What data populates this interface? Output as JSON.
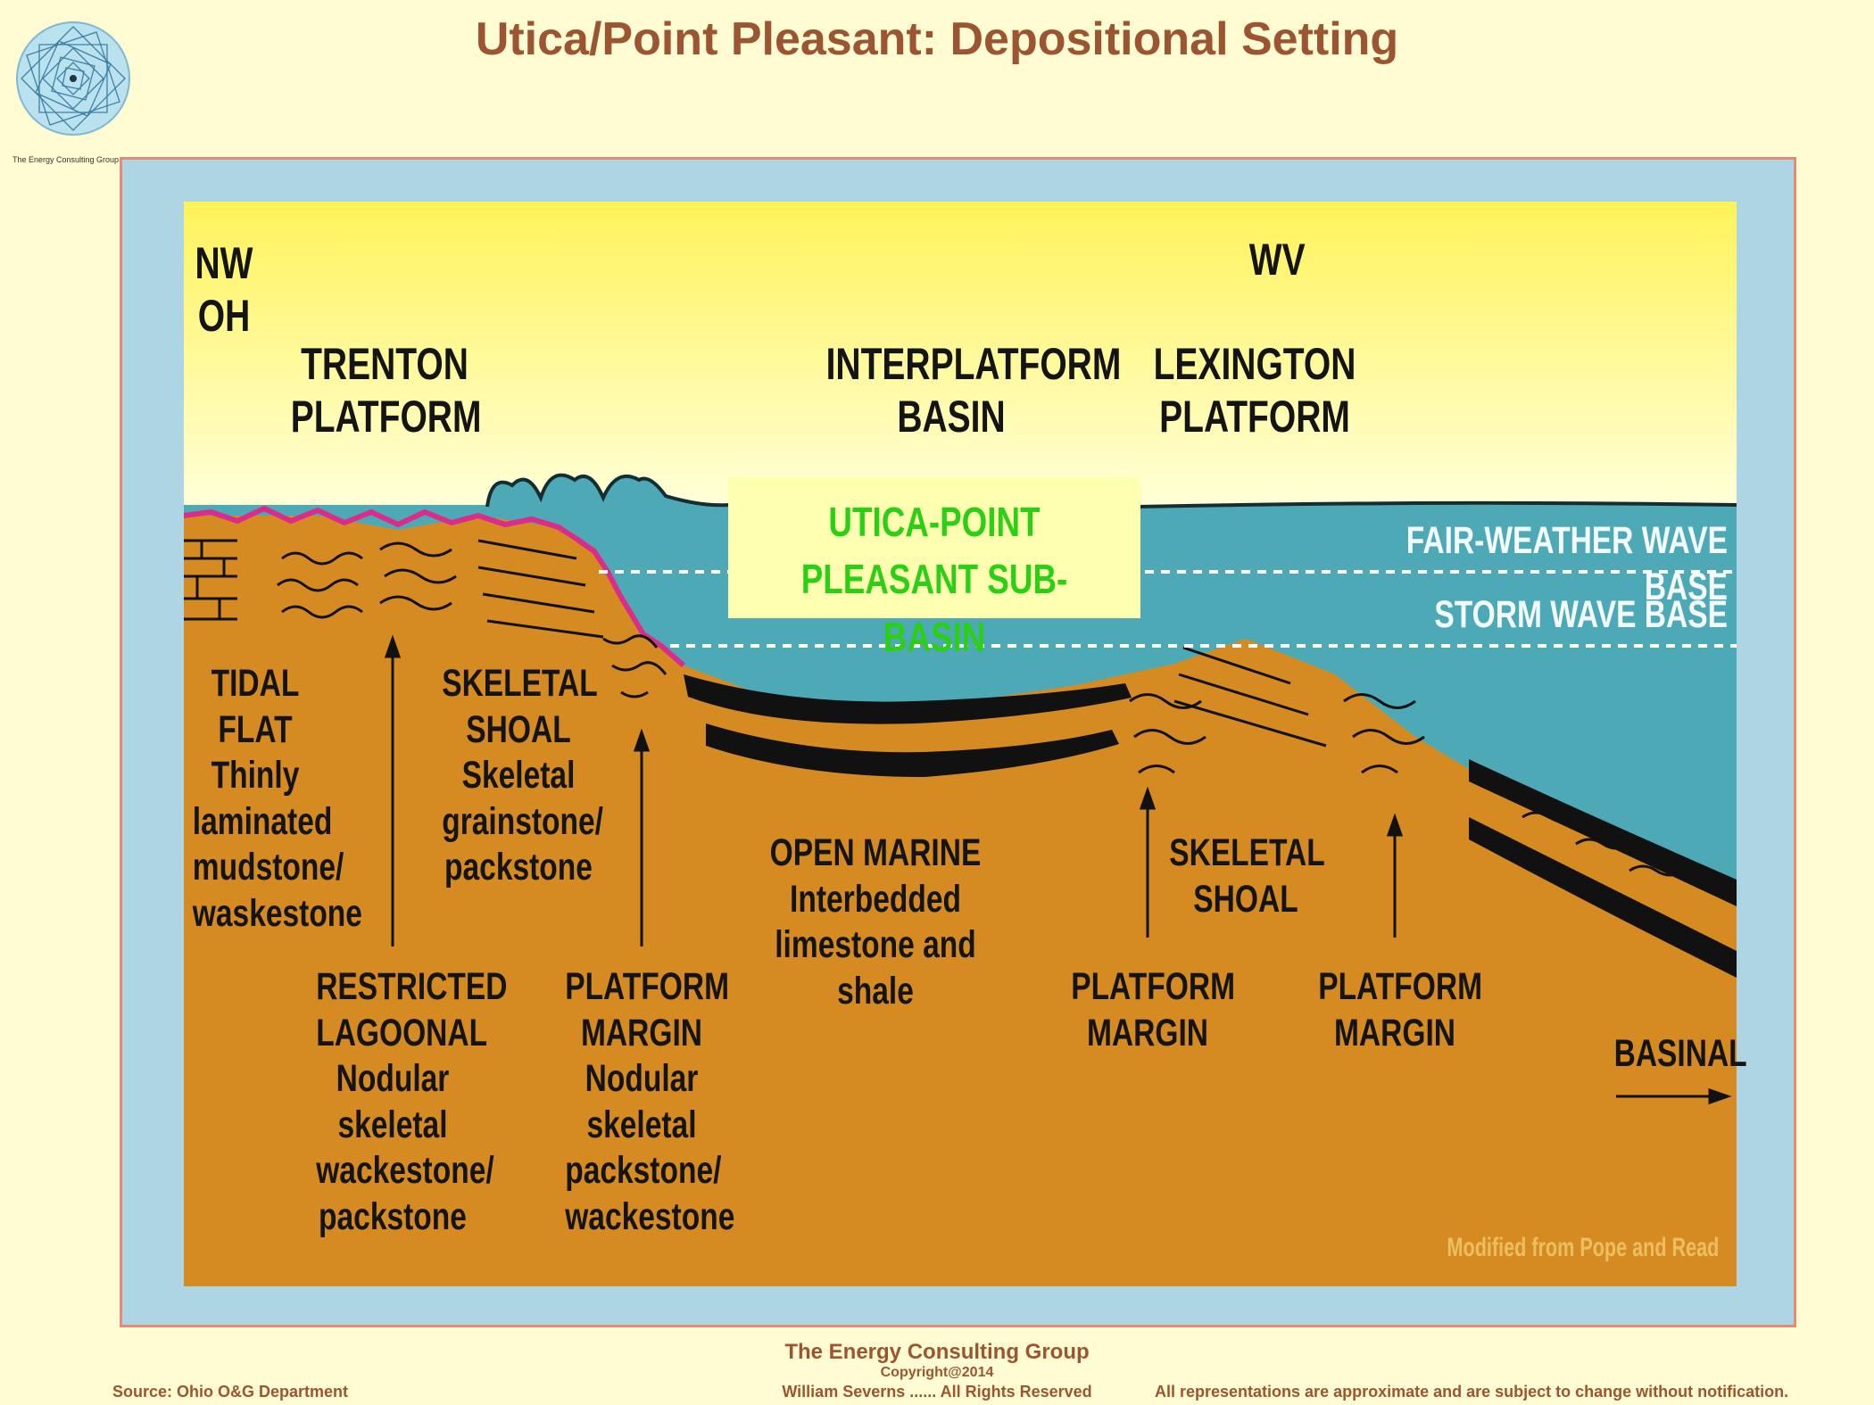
{
  "title": "Utica/Point Pleasant:  Depositional Setting",
  "logo": {
    "caption": "The Energy Consulting Group",
    "icon": "spiral-logo-icon"
  },
  "diagram": {
    "colors": {
      "sky": "#fff35a",
      "water": "#4ea9b7",
      "sediment": "#d68b22",
      "sub_basin": "#2bd014"
    },
    "regions": {
      "nw_oh": "NW\nOH",
      "wv": "WV",
      "trenton": "TRENTON\nPLATFORM",
      "interplatform": "INTERPLATFORM\nBASIN",
      "lexington": "LEXINGTON\nPLATFORM"
    },
    "sub_basin": "UTICA-POINT\nPLEASANT SUB-BASIN",
    "wave_bases": {
      "fair_weather": "FAIR-WEATHER WAVE BASE",
      "storm": "STORM WAVE BASE"
    },
    "facies": {
      "tidal_flat": "TIDAL\nFLAT\nThinly\nlaminated\nmudstone/\nwaskestone",
      "restricted_lagoonal": "RESTRICTED\nLAGOONAL\nNodular\nskeletal\nwackestone/\npackstone",
      "skeletal_shoal_left": "SKELETAL\nSHOAL\nSkeletal\ngrainstone/\npackstone",
      "platform_margin_left": "PLATFORM\nMARGIN\nNodular\nskeletal\npackstone/\nwackestone",
      "open_marine": "OPEN MARINE\nInterbedded\nlimestone and shale",
      "platform_margin_mid": "PLATFORM\nMARGIN",
      "skeletal_shoal_right": "SKELETAL\nSHOAL",
      "platform_margin_right": "PLATFORM\nMARGIN",
      "basinal": "BASINAL"
    },
    "credit": "Modified from Pope and Read"
  },
  "footer": {
    "company": "The Energy Consulting Group",
    "copyright": "Copyright@2014",
    "rights": "William Severns ...... All Rights Reserved",
    "source": "Source: Ohio O&G Department",
    "disclaimer": "All representations are approximate and are subject to change without notification."
  }
}
